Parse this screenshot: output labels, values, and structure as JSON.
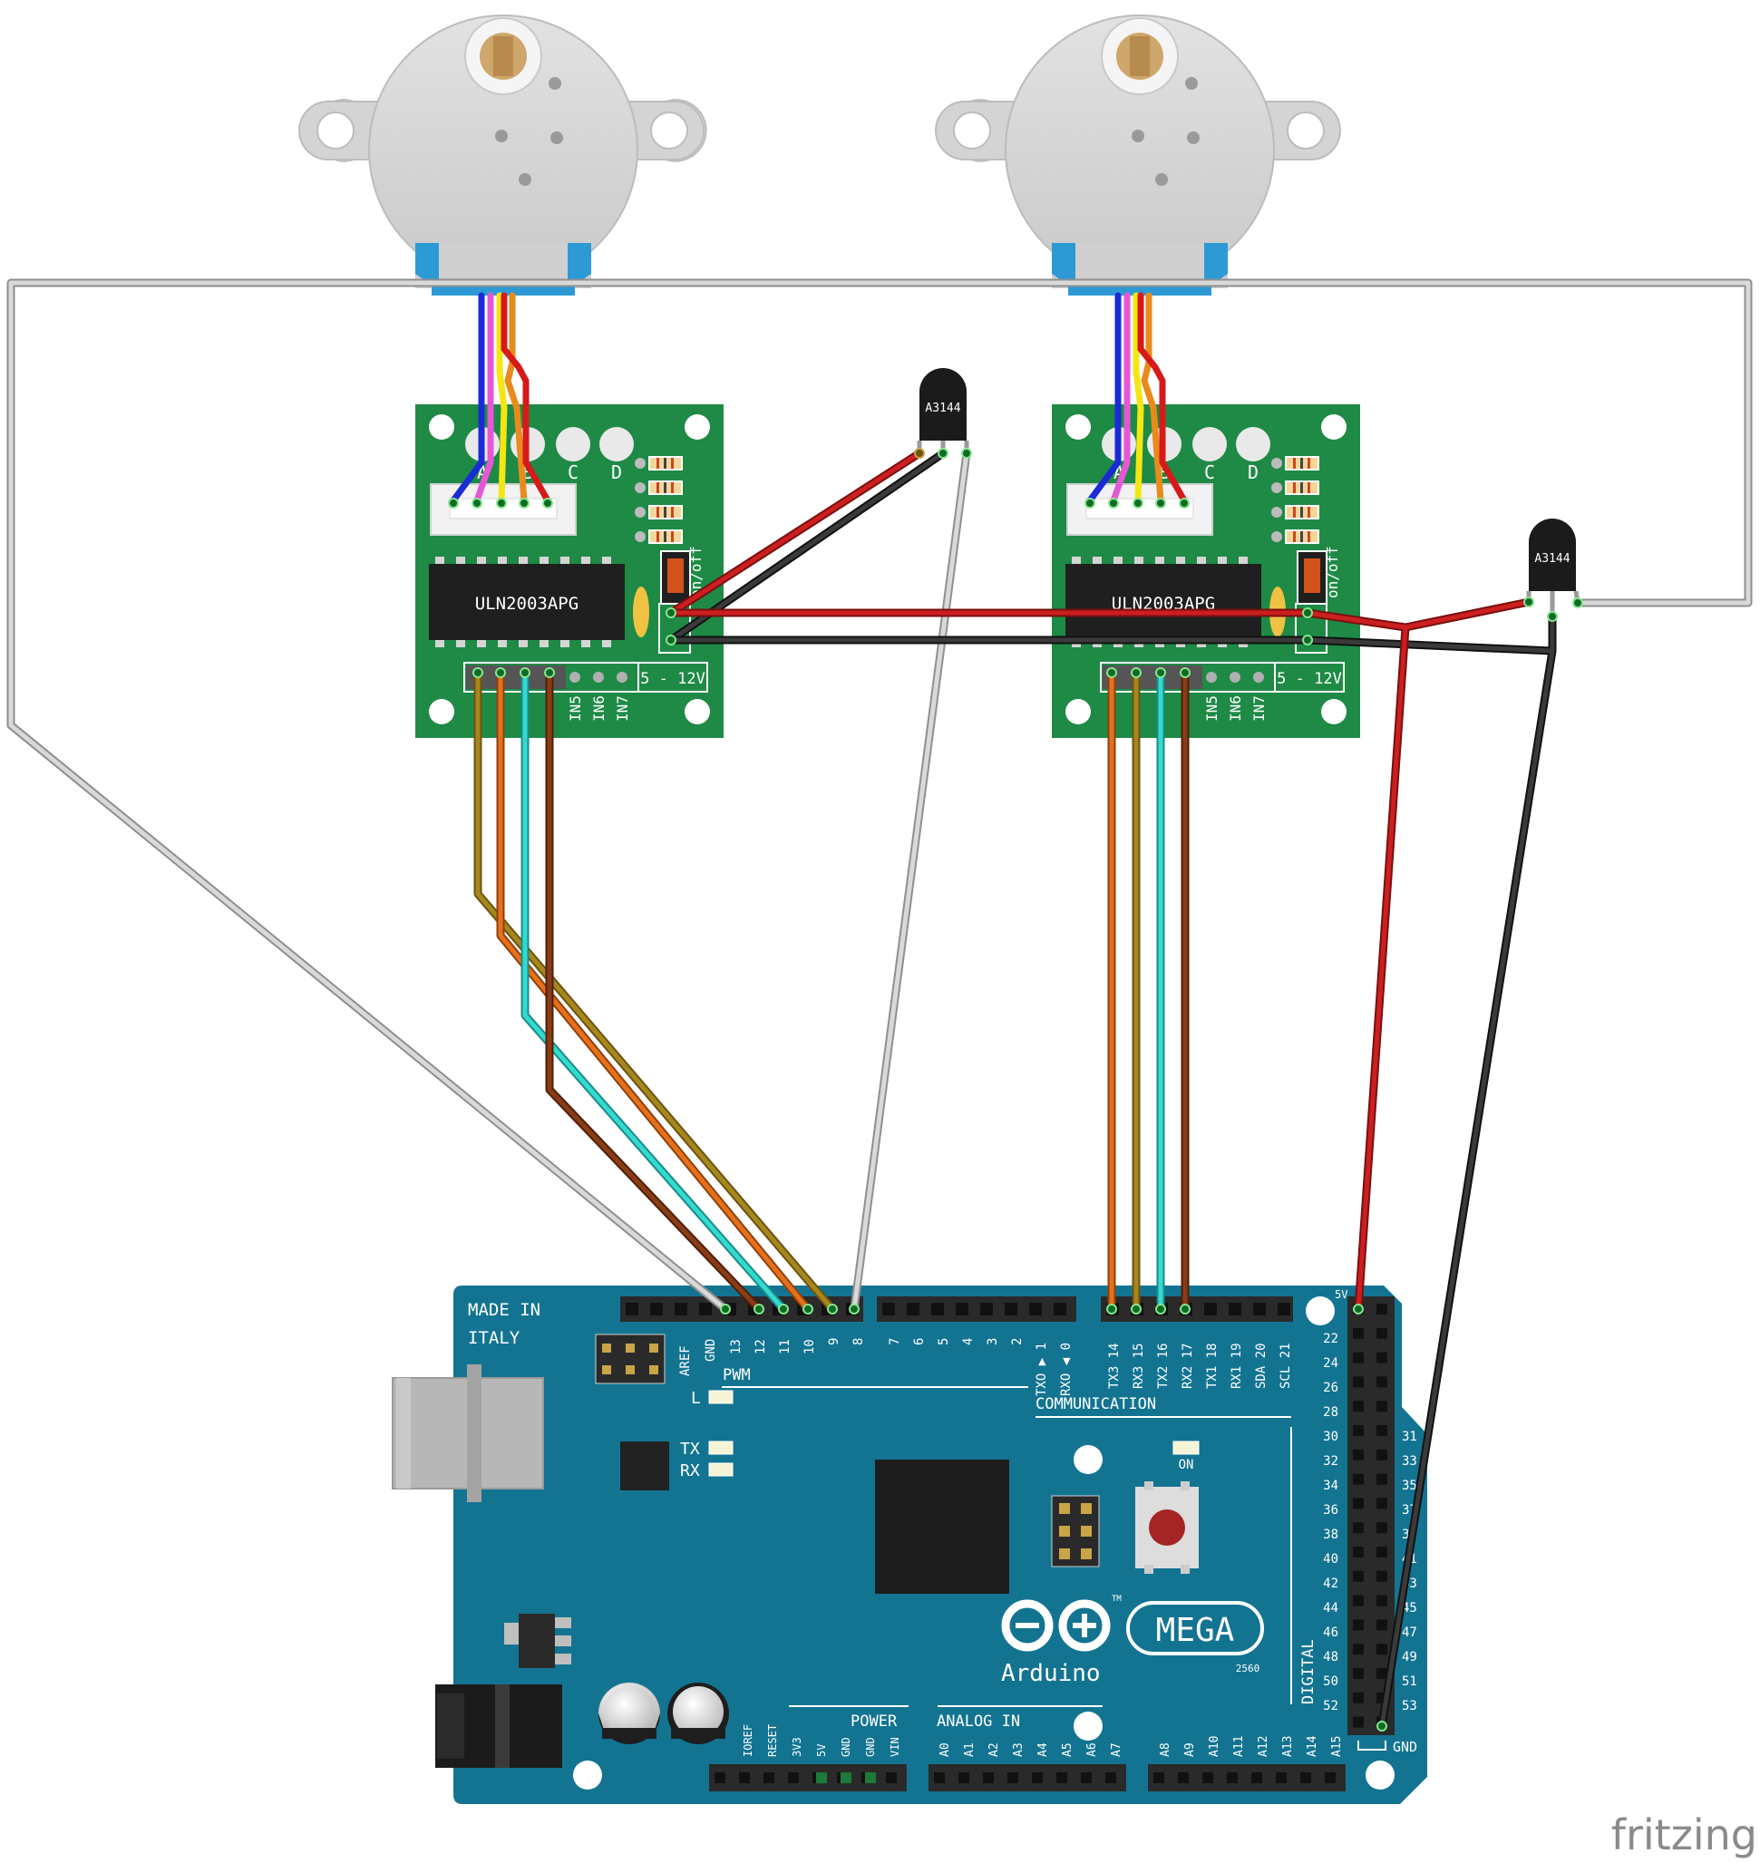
{
  "driver_boards": [
    {
      "chip_label": "ULN2003APG",
      "led_labels": [
        "A",
        "B",
        "C",
        "D"
      ],
      "switch_label": "on/off",
      "voltage_label": "5 - 12V",
      "in_labels": [
        "IN5",
        "IN6",
        "IN7"
      ]
    },
    {
      "chip_label": "ULN2003APG",
      "led_labels": [
        "A",
        "B",
        "C",
        "D"
      ],
      "switch_label": "on/off",
      "voltage_label": "5 - 12V",
      "in_labels": [
        "IN5",
        "IN6",
        "IN7"
      ]
    }
  ],
  "hall_sensors": [
    {
      "label": "A3144"
    },
    {
      "label": "A3144"
    }
  ],
  "arduino": {
    "made_in": "MADE IN",
    "italy": "ITALY",
    "pwm": "PWM",
    "communication": "COMMUNICATION",
    "led_l": "L",
    "led_tx": "TX",
    "led_rx": "RX",
    "led_on": "ON",
    "brand": "Arduino",
    "model": "MEGA",
    "sub_model": "2560",
    "tm": "TM",
    "power": "POWER",
    "analog_in": "ANALOG IN",
    "digital": "DIGITAL",
    "pin_5v": "5V",
    "pin_gnd": "GND",
    "top_pins_left": [
      "AREF",
      "GND",
      "13",
      "12",
      "11",
      "10",
      "9",
      "8"
    ],
    "top_pins_mid": [
      "7",
      "6",
      "5",
      "4",
      "3",
      "2",
      "TXO ▶ 1",
      "RXO ◀ 0"
    ],
    "top_pins_comm": [
      "TX3 14",
      "RX3 15",
      "TX2 16",
      "RX2 17",
      "TX1 18",
      "RX1 19",
      "SDA 20",
      "SCL 21"
    ],
    "digital_left": [
      "22",
      "24",
      "26",
      "28",
      "30",
      "32",
      "34",
      "36",
      "38",
      "40",
      "42",
      "44",
      "46",
      "48",
      "50",
      "52"
    ],
    "digital_right": [
      "31",
      "33",
      "35",
      "37",
      "39",
      "41",
      "43",
      "45",
      "47",
      "49",
      "51",
      "53"
    ],
    "power_pins": [
      "IOREF",
      "RESET",
      "3V3",
      "5V",
      "GND",
      "GND",
      "VIN"
    ],
    "analog_pins_a": [
      "A0",
      "A1",
      "A2",
      "A3",
      "A4",
      "A5",
      "A6",
      "A7"
    ],
    "analog_pins_b": [
      "A8",
      "A9",
      "A10",
      "A11",
      "A12",
      "A13",
      "A14",
      "A15"
    ]
  },
  "watermark": "fritzing",
  "colors": {
    "board": "#137492",
    "driver_pcb": "#1e8a45",
    "motor": "#d6d6d6",
    "wire_red": "#cc1f1f",
    "wire_black": "#2a2a2a",
    "wire_white": "#d8d8d8",
    "wire_cyan": "#36d9d1",
    "wire_orange": "#e6701c",
    "wire_ochre": "#a7861e",
    "wire_brown": "#8a3c15"
  }
}
